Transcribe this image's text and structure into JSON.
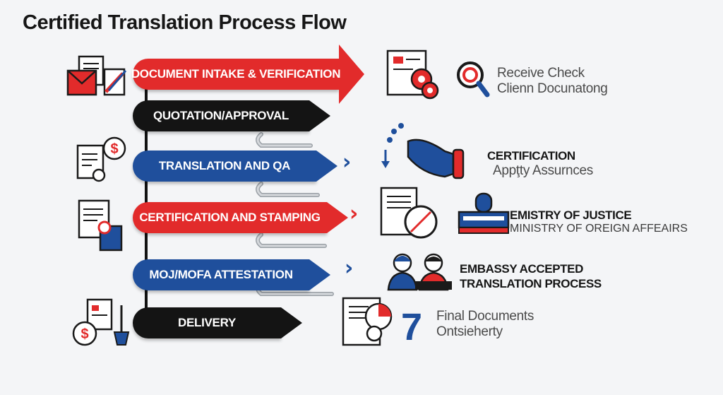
{
  "title": "Certified Translation Process Flow",
  "steps": [
    {
      "label": "DOCUMENT INTAKE & VERIFICATION"
    },
    {
      "label": "QUOTATION/APPROVAL"
    },
    {
      "label": "TRANSLATION AND QA"
    },
    {
      "label": "CERTIFICATION AND STAMPING"
    },
    {
      "label": "MOJ/MOFA ATTESTATION"
    },
    {
      "label": "DELIVERY"
    }
  ],
  "details": [
    {
      "line1": "Receive Check",
      "line2": "Clienn Docunatong"
    },
    {
      "line1": "CERTIFICATION",
      "line2": "Appţty Assurnces"
    },
    {
      "line1": "EMISTRY OF JUSTICE",
      "line2": "MINISTRY OF OREIGN AFFEAIRS"
    },
    {
      "line1": "EMBASSY ACCEPTED",
      "line2": "TRANSLATION PROCESS"
    },
    {
      "line1": "Final Documents",
      "line2": "Ontsieherty"
    }
  ],
  "step_number": "7",
  "colors": {
    "red": "#e22b2b",
    "black": "#141414",
    "blue": "#1f4f9c",
    "background": "#f4f5f7"
  }
}
